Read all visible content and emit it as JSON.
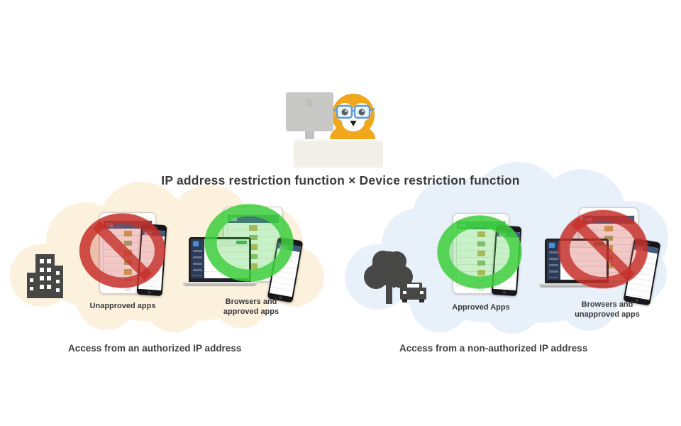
{
  "title": "IP address restriction function × Device restriction function",
  "mascot": "owl-with-glasses-at-desk",
  "zones": [
    {
      "id": "authorized-ip",
      "caption": "Access from an authorized IP address",
      "location_icon": "office-building-icon",
      "cloud_color": "#fbf1dc",
      "groups": [
        {
          "status": "blocked",
          "label_line1": "Unapproved apps",
          "label_line2": "",
          "devices": [
            "tablet",
            "phone"
          ]
        },
        {
          "status": "allowed",
          "label_line1": "Browsers and",
          "label_line2": "approved apps",
          "devices": [
            "laptop",
            "tablet",
            "phone"
          ]
        }
      ]
    },
    {
      "id": "non-authorized-ip",
      "caption": "Access from a non-authorized IP address",
      "location_icon": "tree-and-car-icon",
      "cloud_color": "#e8f1fa",
      "groups": [
        {
          "status": "allowed",
          "label_line1": "Approved Apps",
          "label_line2": "",
          "devices": [
            "tablet",
            "phone"
          ]
        },
        {
          "status": "blocked",
          "label_line1": "Browsers and",
          "label_line2": "unapproved apps",
          "devices": [
            "laptop",
            "tablet",
            "phone"
          ]
        }
      ]
    }
  ],
  "colors": {
    "blocked_red": "#cc3a34",
    "allowed_green": "#48d248",
    "authorized_cloud": "#fbf1dc",
    "non_authorized_cloud": "#e8f1fa",
    "icon_gray": "#474745",
    "text": "#3b3b3b"
  }
}
